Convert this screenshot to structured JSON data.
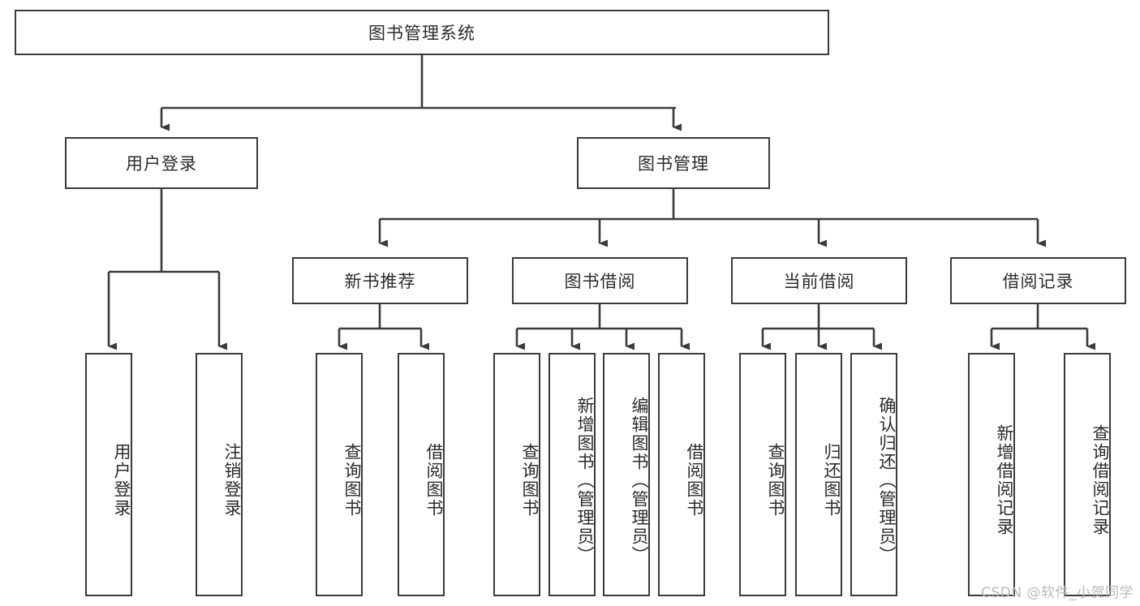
{
  "diagram": {
    "title_node": {
      "label": "图书管理系统"
    },
    "level2": [
      {
        "id": "user-login",
        "label": "用户登录"
      },
      {
        "id": "book-management",
        "label": "图书管理"
      }
    ],
    "level3": [
      {
        "id": "new-book-recommend",
        "label": "新书推荐"
      },
      {
        "id": "book-borrow",
        "label": "图书借阅"
      },
      {
        "id": "current-borrow",
        "label": "当前借阅"
      },
      {
        "id": "borrow-record",
        "label": "借阅记录"
      }
    ],
    "leaves": {
      "user_login": [
        {
          "id": "leaf-user-login",
          "label": "用户登录"
        },
        {
          "id": "leaf-logout",
          "label": "注销登录"
        }
      ],
      "new_book_recommend": [
        {
          "id": "leaf-query-book-1",
          "label": "查询图书"
        },
        {
          "id": "leaf-borrow-book-1",
          "label": "借阅图书"
        }
      ],
      "book_borrow": [
        {
          "id": "leaf-query-book-2",
          "label": "查询图书"
        },
        {
          "id": "leaf-add-book",
          "label": "新增图书（管理员）"
        },
        {
          "id": "leaf-edit-book",
          "label": "编辑图书（管理员）"
        },
        {
          "id": "leaf-borrow-book-2",
          "label": "借阅图书"
        }
      ],
      "current_borrow": [
        {
          "id": "leaf-query-book-3",
          "label": "查询图书"
        },
        {
          "id": "leaf-return-book",
          "label": "归还图书"
        },
        {
          "id": "leaf-confirm-return",
          "label": "确认归还（管理员）"
        }
      ],
      "borrow_record": [
        {
          "id": "leaf-add-record",
          "label": "新增借阅记录"
        },
        {
          "id": "leaf-query-record",
          "label": "查询借阅记录"
        }
      ]
    }
  },
  "watermark": {
    "text": "CSDN @软件_小贺同学"
  },
  "colors": {
    "stroke": "#3b3b3b",
    "text": "#2b2b2b",
    "background": "#ffffff",
    "watermark": "#b9b9b9"
  }
}
